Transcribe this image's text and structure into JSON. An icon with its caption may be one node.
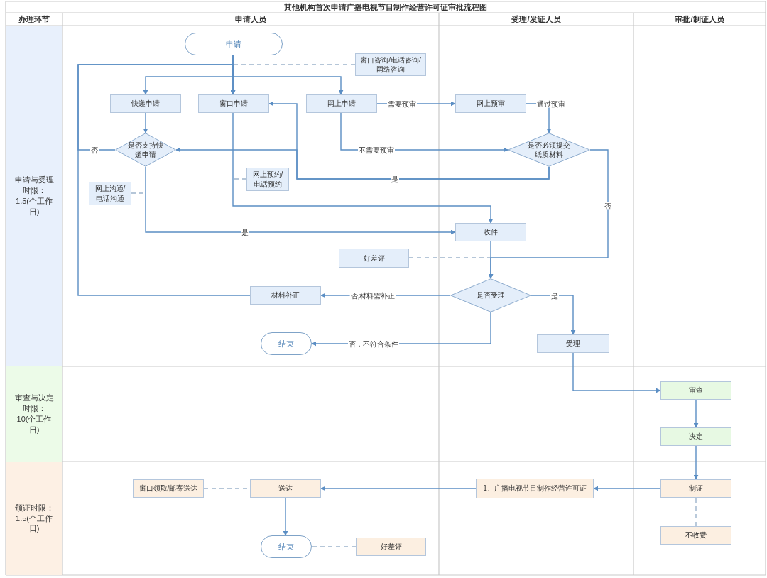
{
  "diagram": {
    "title": "其他机构首次申请广播电视节目制作经营许可证审批流程图",
    "nodes": [
      {
        "text": [
          "申请与受理时限：1.5(个工作日)"
        ]
      },
      {
        "text": [
          "审查与决定时限：10(个工作日)"
        ]
      },
      {
        "text": [
          "颁证时限：1.5(个工作日)"
        ]
      },
      {
        "text": [
          "申请"
        ]
      },
      {
        "text": [
          "窗口咨询/电话咨询/网络咨询"
        ]
      },
      {
        "text": [
          "快递申请"
        ]
      },
      {
        "text": [
          "窗口申请"
        ]
      },
      {
        "text": [
          "网上申请"
        ]
      },
      {
        "text": [
          "网上预审"
        ]
      },
      {
        "text": [
          "是否支持快递申请"
        ]
      },
      {
        "text": [
          "是否必须提交纸质材料"
        ]
      },
      {
        "text": [
          "网上预约/电话预约"
        ]
      },
      {
        "text": [
          "网上沟通/电话沟通"
        ]
      },
      {
        "text": [
          "收件"
        ]
      },
      {
        "text": [
          "好差评"
        ]
      },
      {
        "text": [
          "材料补正"
        ]
      },
      {
        "text": [
          "是否受理"
        ]
      },
      {
        "text": [
          "结束"
        ]
      },
      {
        "text": [
          "受理"
        ]
      },
      {
        "text": [
          "审查"
        ]
      },
      {
        "text": [
          "决定"
        ]
      },
      {
        "text": [
          "窗口领取/邮寄送达"
        ]
      },
      {
        "text": [
          "送达"
        ]
      },
      {
        "text": [
          "1、广播电视节目制作经营许可证"
        ]
      },
      {
        "text": [
          "制证"
        ]
      },
      {
        "text": [
          "不收费"
        ]
      },
      {
        "text": [
          "结束"
        ]
      },
      {
        "text": [
          "好差评"
        ]
      }
    ],
    "edges": [
      {
        "from": 3,
        "to": 5,
        "arrow": "to"
      },
      {
        "from": 3,
        "to": 6,
        "arrow": "to"
      },
      {
        "from": 3,
        "to": 7,
        "arrow": "to"
      },
      {
        "from": 4,
        "to": null,
        "arrow": "none",
        "style": "dashed"
      },
      {
        "from": 15,
        "to": 6,
        "arrow": "to"
      },
      {
        "from": 9,
        "to": 6,
        "arrow": "to",
        "label": "否"
      },
      {
        "from": 5,
        "to": 9,
        "arrow": "to"
      },
      {
        "from": 9,
        "to": 13,
        "arrow": "to",
        "label": "是"
      },
      {
        "from": 6,
        "to": 13,
        "arrow": "to"
      },
      {
        "from": 7,
        "to": 8,
        "arrow": "to",
        "label": "需要预审"
      },
      {
        "from": 7,
        "to": 10,
        "arrow": "to",
        "label": "不需要预审"
      },
      {
        "from": 10,
        "to": 6,
        "arrow": "to",
        "label": "是"
      },
      {
        "from": 10,
        "to": 9,
        "arrow": "to"
      },
      {
        "from": 8,
        "to": 10,
        "arrow": "to",
        "label": "通过预审"
      },
      {
        "from": 10,
        "to": 16,
        "arrow": "to",
        "label": "否"
      },
      {
        "from": 11,
        "to": null,
        "arrow": "none",
        "style": "dashed"
      },
      {
        "from": 12,
        "to": null,
        "arrow": "none",
        "style": "dashed"
      },
      {
        "from": 14,
        "to": null,
        "arrow": "none",
        "style": "dashed"
      },
      {
        "from": 13,
        "to": 16,
        "arrow": "to"
      },
      {
        "from": 16,
        "to": 15,
        "arrow": "to",
        "label": "否,材料需补正"
      },
      {
        "from": 16,
        "to": 17,
        "arrow": "to",
        "label": "否，不符合条件"
      },
      {
        "from": 16,
        "to": 18,
        "arrow": "to",
        "label": "是"
      },
      {
        "from": 18,
        "to": 19,
        "arrow": "to"
      },
      {
        "from": 19,
        "to": 20,
        "arrow": "to"
      },
      {
        "from": 20,
        "to": 24,
        "arrow": "to"
      },
      {
        "from": 24,
        "to": 23,
        "arrow": "to"
      },
      {
        "from": 23,
        "to": 22,
        "arrow": "to"
      },
      {
        "from": 22,
        "to": 26,
        "arrow": "to"
      },
      {
        "from": 21,
        "to": 22,
        "arrow": "none",
        "style": "dashed"
      },
      {
        "from": 27,
        "to": 26,
        "arrow": "none",
        "style": "dashed"
      },
      {
        "from": 25,
        "to": 24,
        "arrow": "none",
        "style": "dashed"
      }
    ],
    "labels": [
      "办理环节",
      "申请人员",
      "受理/发证人员",
      "审批/制证人员"
    ]
  }
}
